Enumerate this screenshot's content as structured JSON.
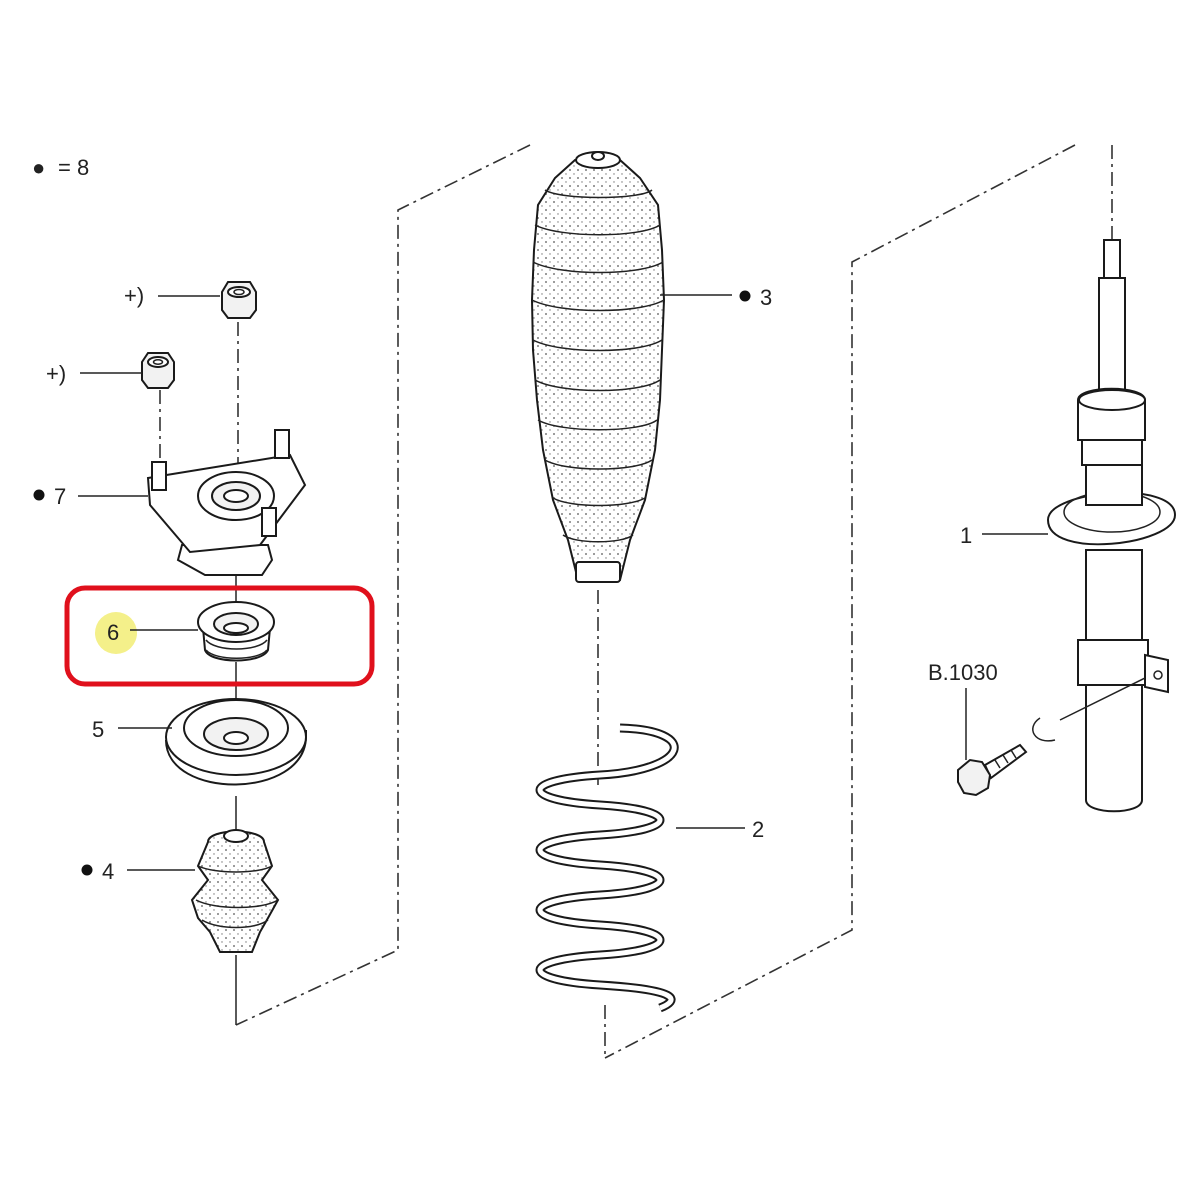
{
  "legend": {
    "marker": "●",
    "text": "= 8"
  },
  "callouts": {
    "nut_a": "+)",
    "nut_b": "+)",
    "item7": "7",
    "item6": "6",
    "item5": "5",
    "item4": "4",
    "item3": "3",
    "item2": "2",
    "item1": "1",
    "bolt_ref": "B.1030"
  },
  "highlight": {
    "item": "6",
    "frame_color": "#e0101c",
    "label_color": "#f4f08a"
  }
}
